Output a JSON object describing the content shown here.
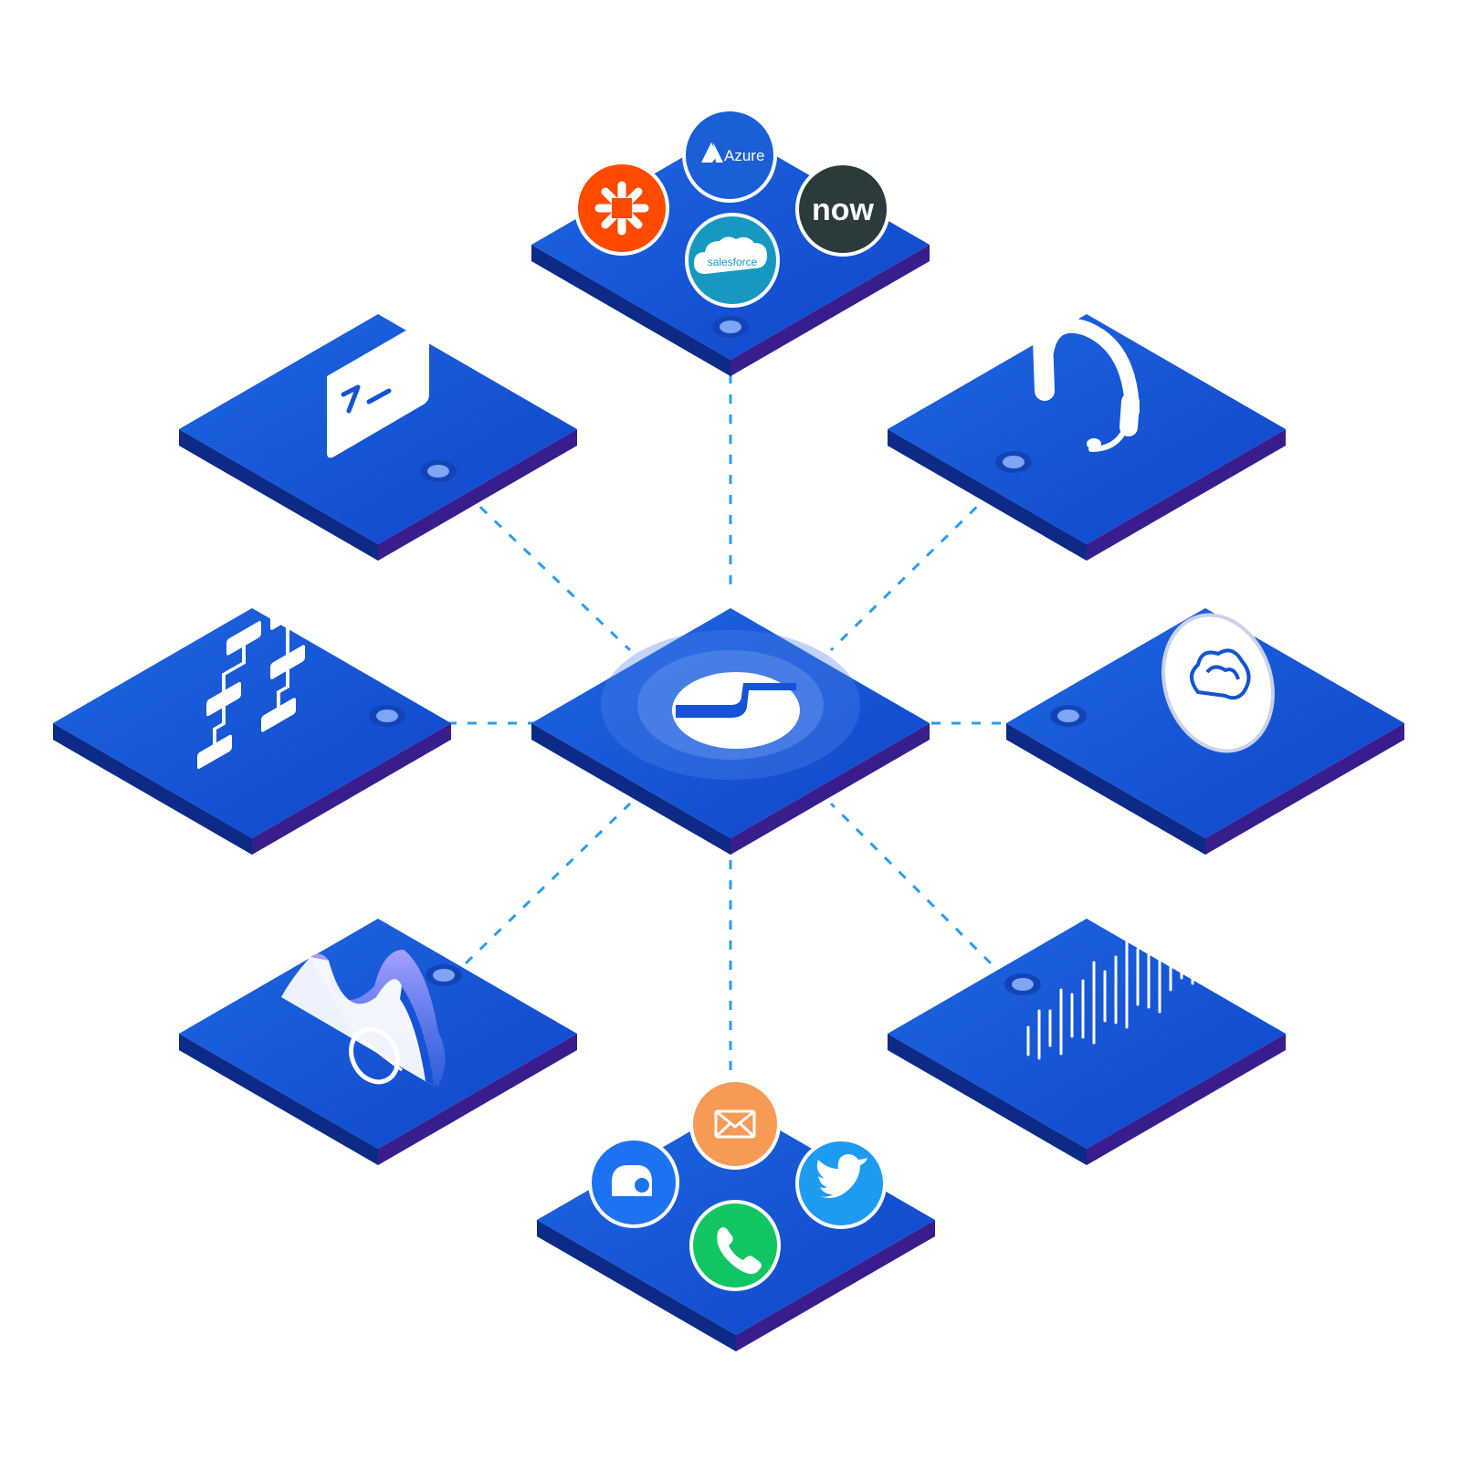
{
  "colors": {
    "tile_top": "#1553d6",
    "tile_top_light": "#1e6ae6",
    "tile_left": "#0c2a86",
    "tile_right": "#3a1d8c",
    "connector": "#2a9df4",
    "azure": "#1a5fd6",
    "zapier": "#ff4a00",
    "servicenow": "#2b3a3a",
    "salesforce": "#1798c1",
    "email": "#f79a55",
    "chat": "#1d72f2",
    "twitter": "#1d9bf0",
    "phone": "#12c563"
  },
  "integrations": {
    "azure_label": "Azure",
    "servicenow_label": "now",
    "salesforce_label": "salesforce"
  },
  "tiles": [
    {
      "id": "integrations",
      "icon": "integrations-cluster-icon"
    },
    {
      "id": "terminal",
      "icon": "terminal-icon"
    },
    {
      "id": "support",
      "icon": "headset-icon"
    },
    {
      "id": "workflow",
      "icon": "flowchart-icon"
    },
    {
      "id": "hub",
      "icon": "hub-logo-icon"
    },
    {
      "id": "cloud",
      "icon": "cloud-icon"
    },
    {
      "id": "analytics",
      "icon": "analytics-wave-icon"
    },
    {
      "id": "voice",
      "icon": "soundwave-icon"
    },
    {
      "id": "channels",
      "icon": "channels-cluster-icon"
    }
  ],
  "channels": [
    "email",
    "chat",
    "twitter",
    "phone"
  ]
}
